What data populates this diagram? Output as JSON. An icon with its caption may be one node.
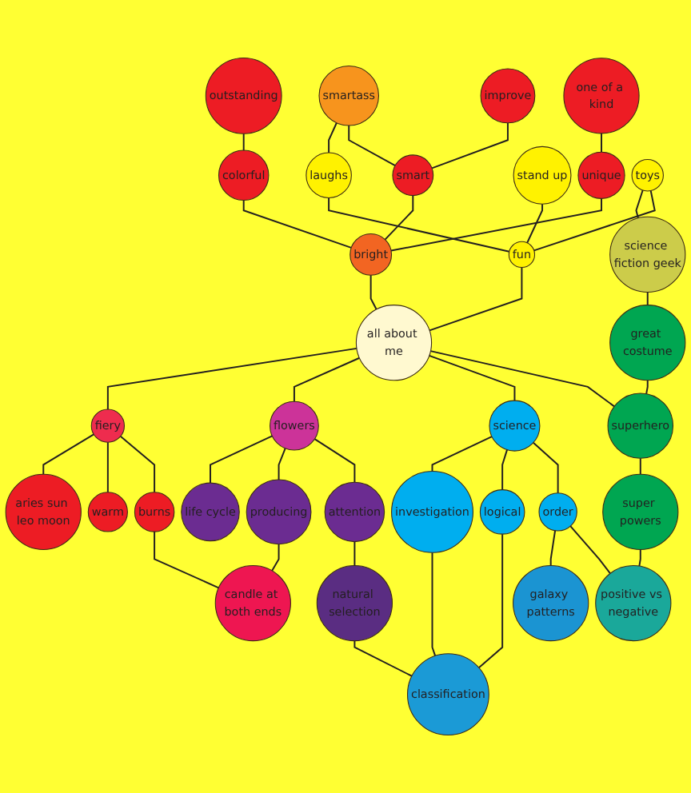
{
  "diagram": {
    "nodes": [
      {
        "text": [
          "one of a kind"
        ]
      },
      {
        "text": [
          "improve"
        ]
      },
      {
        "text": [
          "smartass"
        ]
      },
      {
        "text": [
          "laughs"
        ]
      },
      {
        "text": [
          "unique"
        ]
      },
      {
        "text": [
          "smart"
        ]
      },
      {
        "text": [
          "stand up"
        ]
      },
      {
        "text": [
          "outstanding"
        ]
      },
      {
        "text": [
          "colorful"
        ]
      },
      {
        "text": [
          "fun"
        ]
      },
      {
        "text": [
          "science fiction geek"
        ]
      },
      {
        "text": [
          "bright"
        ]
      },
      {
        "text": [
          "toys"
        ]
      },
      {
        "text": [
          "warm"
        ]
      },
      {
        "text": [
          "great costume"
        ]
      },
      {
        "text": [
          "all about me"
        ]
      },
      {
        "text": [
          "fiery"
        ]
      },
      {
        "text": [
          "superhero"
        ]
      },
      {
        "text": [
          "aries sun leo moon"
        ]
      },
      {
        "text": [
          "burns"
        ]
      },
      {
        "text": [
          "super powers"
        ]
      },
      {
        "text": [
          "science"
        ]
      },
      {
        "text": [
          "flowers"
        ]
      },
      {
        "text": [
          "positive vs negative"
        ]
      },
      {
        "text": [
          "order"
        ]
      },
      {
        "text": [
          "producing"
        ]
      },
      {
        "text": [
          "candle at both ends"
        ]
      },
      {
        "text": [
          "attention"
        ]
      },
      {
        "text": [
          "logical"
        ]
      },
      {
        "text": [
          "galaxy patterns"
        ]
      },
      {
        "text": [
          "life cycle"
        ]
      },
      {
        "text": [
          "investigation"
        ]
      },
      {
        "text": [
          "natural selection"
        ]
      },
      {
        "text": [
          "classification"
        ]
      }
    ],
    "edges": [
      {
        "from": 0,
        "to": 4,
        "arrow": "none"
      },
      {
        "from": 4,
        "to": 11,
        "arrow": "none"
      },
      {
        "from": 1,
        "to": 5,
        "arrow": "none"
      },
      {
        "from": 2,
        "to": 5,
        "arrow": "none"
      },
      {
        "from": 5,
        "to": 11,
        "arrow": "none"
      },
      {
        "from": 7,
        "to": 8,
        "arrow": "none"
      },
      {
        "from": 8,
        "to": 11,
        "arrow": "none"
      },
      {
        "from": 11,
        "to": 15,
        "arrow": "none"
      },
      {
        "from": 2,
        "to": 3,
        "arrow": "none"
      },
      {
        "from": 3,
        "to": 9,
        "arrow": "none"
      },
      {
        "from": 6,
        "to": 9,
        "arrow": "none"
      },
      {
        "from": 12,
        "to": 9,
        "arrow": "none"
      },
      {
        "from": 9,
        "to": 15,
        "arrow": "none"
      },
      {
        "from": 12,
        "to": 10,
        "arrow": "none"
      },
      {
        "from": 10,
        "to": 14,
        "arrow": "none"
      },
      {
        "from": 14,
        "to": 17,
        "arrow": "none"
      },
      {
        "from": 15,
        "to": 17,
        "arrow": "none"
      },
      {
        "from": 17,
        "to": 20,
        "arrow": "none"
      },
      {
        "from": 20,
        "to": 23,
        "arrow": "none"
      },
      {
        "from": 24,
        "to": 23,
        "arrow": "none"
      },
      {
        "from": 15,
        "to": 21,
        "arrow": "none"
      },
      {
        "from": 21,
        "to": 24,
        "arrow": "none"
      },
      {
        "from": 24,
        "to": 29,
        "arrow": "none"
      },
      {
        "from": 21,
        "to": 28,
        "arrow": "none"
      },
      {
        "from": 21,
        "to": 31,
        "arrow": "none"
      },
      {
        "from": 28,
        "to": 33,
        "arrow": "none"
      },
      {
        "from": 31,
        "to": 33,
        "arrow": "none"
      },
      {
        "from": 32,
        "to": 33,
        "arrow": "none"
      },
      {
        "from": 27,
        "to": 32,
        "arrow": "none"
      },
      {
        "from": 15,
        "to": 22,
        "arrow": "none"
      },
      {
        "from": 22,
        "to": 27,
        "arrow": "none"
      },
      {
        "from": 22,
        "to": 25,
        "arrow": "none"
      },
      {
        "from": 22,
        "to": 30,
        "arrow": "none"
      },
      {
        "from": 25,
        "to": 26,
        "arrow": "none"
      },
      {
        "from": 15,
        "to": 16,
        "arrow": "none"
      },
      {
        "from": 16,
        "to": 19,
        "arrow": "none"
      },
      {
        "from": 19,
        "to": 26,
        "arrow": "none"
      },
      {
        "from": 16,
        "to": 13,
        "arrow": "none"
      },
      {
        "from": 16,
        "to": 18,
        "arrow": "none"
      }
    ]
  }
}
